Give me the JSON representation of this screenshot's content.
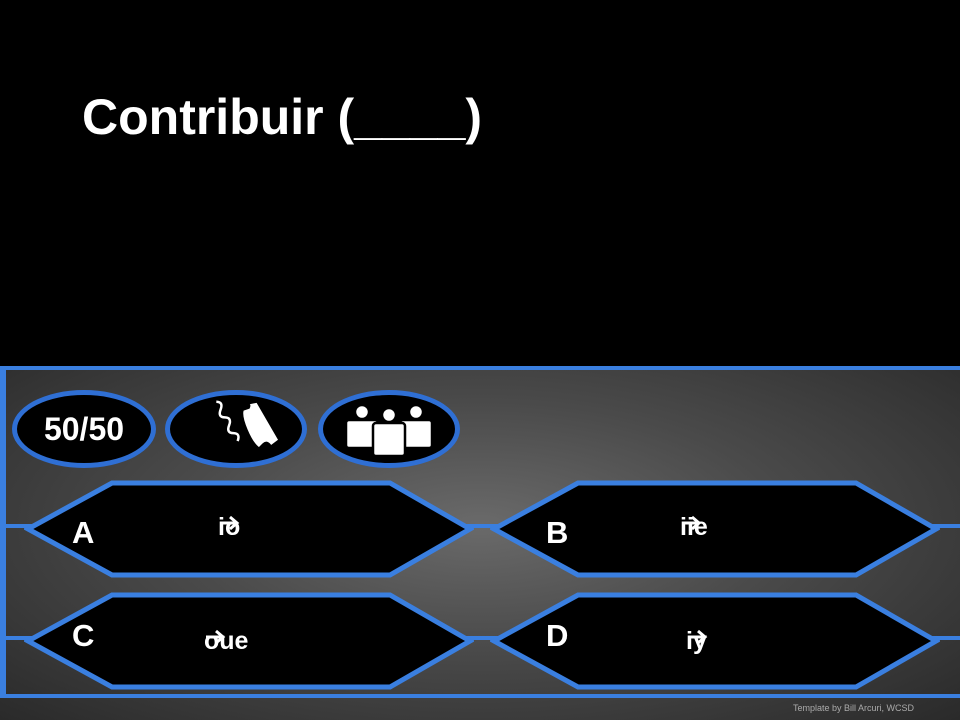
{
  "question": {
    "text": "Contribuir (____)"
  },
  "lifelines": {
    "fifty_fifty_label": "50/50"
  },
  "answers": [
    {
      "letter": "A",
      "from": "i",
      "to": "o"
    },
    {
      "letter": "B",
      "from": "i",
      "to": "ie"
    },
    {
      "letter": "C",
      "from": "o",
      "to": "ue"
    },
    {
      "letter": "D",
      "from": "i",
      "to": "y"
    }
  ],
  "footer": {
    "credit": "Template by Bill Arcuri, WCSD"
  },
  "colors": {
    "accent_blue": "#3a7fe0",
    "background": "#000000",
    "text": "#ffffff"
  }
}
